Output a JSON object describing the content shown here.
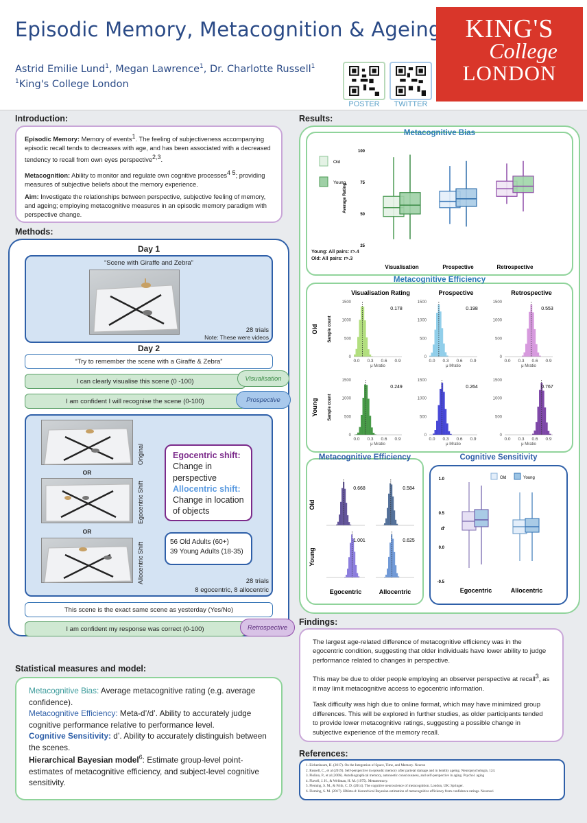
{
  "header": {
    "title": "Episodic Memory, Metacognition & Ageing",
    "authors": [
      "Astrid Emilie Lund",
      "Megan Lawrence",
      "Dr. Charlotte Russell"
    ],
    "author_sup": "1",
    "affiliation": "King's College London",
    "qr_poster_label": "POSTER",
    "qr_twitter_label": "TWITTER",
    "logo": {
      "line1": "KING'S",
      "line2": "College",
      "line3": "LONDON",
      "color": "#d9362a"
    }
  },
  "sections": {
    "introduction": "Introduction:",
    "methods": "Methods:",
    "results": "Results:",
    "findings": "Findings:",
    "references": "References:",
    "statistical": "Statistical measures and model:"
  },
  "intro": {
    "em_term": "Episodic Memory:",
    "em_text_a": " Memory of events",
    "em_text_b": ". The feeling of subjectiveness accompanying episodic recall tends to decreases with age, and has been associated with a decreased tendency to recall from own eyes perspective",
    "mc_term": "Metacognition:",
    "mc_text_a": " Ability to monitor and regulate own cognitive processes",
    "mc_text_b": "; providing measures of subjective beliefs about the memory experience.",
    "aim_term": "Aim:",
    "aim_text": " Investigate the relationships between perspective, subjective feeling of memory, and ageing; employing metacognitive measures in an episodic memory paradigm with perspective change."
  },
  "methods": {
    "day1": "Day 1",
    "day1_caption": "“Scene with Giraffe and Zebra”",
    "day1_trials": "28 trials",
    "day1_note": "Note: These were videos",
    "day2": "Day 2",
    "day2_caption": "“Try to remember the scene with a Giraffe & Zebra”",
    "vis_q": "I can clearly visualise this scene (0 -100)",
    "vis_tag": "Visualisation",
    "pro_q": "I am confident I will recognise the scene (0-100)",
    "pro_tag": "Prospective",
    "or1": "OR",
    "or2": "OR",
    "side_original": "Original",
    "side_ego": "Egocentric Shift",
    "side_allo": "Allocentric Shift",
    "ego_title": "Egocentric shift:",
    "ego_text": "Change in perspective",
    "allo_title": "Allocentric shift:",
    "allo_text": "Change in location of objects",
    "participants_1": "56 Old Adults (60+)",
    "participants_2": "39 Young Adults (18-35)",
    "stage_trials": "28 trials",
    "stage_split": "8 egocentric, 8 allocentric",
    "same_q": "This scene is the exact same scene as yesterday (Yes/No)",
    "retro_q": "I am confident my response was correct (0-100)",
    "retro_tag": "Retrospective"
  },
  "stat": {
    "bias_term": "Metacognitive Bias:",
    "bias_text": " Average metacognitive rating (e.g. average confidence).",
    "eff_term": "Metacognitive Efficiency:",
    "eff_text": " Meta-d’/d’. Ability to accurately judge cognitive performance relative to performance level.",
    "sens_term": "Cognitive Sensitivity:",
    "sens_text": " d’. Ability to accurately distinguish between the scenes.",
    "hb_term": "Hierarchical Bayesian model",
    "hb_text": ": Estimate group-level point-estimates of metacognitive efficiency, and subject-level cognitive sensitivity."
  },
  "colors": {
    "green_dark": "#4a9a52",
    "green_light": "#cfe8d2",
    "blue_dark": "#3a78b8",
    "purple": "#8e4aa8"
  },
  "chart_data": [
    {
      "type": "box",
      "title": "Metacognitive Bias",
      "ylabel": "Average Rating",
      "ylim": [
        25,
        100
      ],
      "yticks": [
        "100",
        "75",
        "50",
        "25"
      ],
      "categories": [
        "Visualisation",
        "Prospective",
        "Retrospective"
      ],
      "legend": [
        "Old",
        "Young"
      ],
      "notes": [
        "Young: All pairs: r>.4",
        "Old: All pairs: r>.3"
      ],
      "series": [
        {
          "name": "Old",
          "boxes": [
            [
              30,
              48,
              55,
              64,
              95
            ],
            [
              42,
              55,
              60,
              68,
              88
            ],
            [
              58,
              64,
              70,
              76,
              90
            ]
          ]
        },
        {
          "name": "Young",
          "boxes": [
            [
              30,
              50,
              57,
              67,
              97
            ],
            [
              40,
              56,
              62,
              70,
              92
            ],
            [
              52,
              67,
              72,
              80,
              92
            ]
          ]
        }
      ]
    },
    {
      "type": "histogram",
      "title": "Metacognitive Efficiency",
      "columns": [
        "Visualisation Rating",
        "Prospective",
        "Retrospective"
      ],
      "rows": [
        "Old",
        "Young"
      ],
      "ylabel": "Sample count",
      "xlabel": "μ Mratio",
      "yticks": [
        "1500",
        "1000",
        "500",
        "0"
      ],
      "xticks": [
        "0.0",
        "0.3",
        "0.6",
        "0.9"
      ],
      "values": [
        [
          0.178,
          0.198,
          0.553
        ],
        [
          0.249,
          0.264,
          0.767
        ]
      ]
    },
    {
      "type": "histogram",
      "title": "Metacognitive Efficiency",
      "columns": [
        "Egocentric",
        "Allocentric"
      ],
      "rows": [
        "Old",
        "Young"
      ],
      "values": [
        [
          0.668,
          0.584
        ],
        [
          1.001,
          0.625
        ]
      ]
    },
    {
      "type": "box",
      "title": "Cognitive Sensitivity",
      "ylabel": "d'",
      "ylim": [
        -0.5,
        1.0
      ],
      "yticks": [
        "1.0",
        "0.5",
        "0.0",
        "-0.5"
      ],
      "categories": [
        "Egocentric",
        "Allocentric"
      ],
      "legend": [
        "Old",
        "Young"
      ],
      "series": [
        {
          "name": "Old",
          "boxes": [
            [
              -0.3,
              0.25,
              0.38,
              0.52,
              0.95
            ],
            [
              -0.2,
              0.2,
              0.3,
              0.4,
              0.8
            ]
          ]
        },
        {
          "name": "Young",
          "boxes": [
            [
              -0.25,
              0.3,
              0.4,
              0.55,
              0.9
            ],
            [
              -0.2,
              0.22,
              0.3,
              0.42,
              0.8
            ]
          ]
        }
      ]
    }
  ],
  "findings": {
    "p1": "The largest age-related difference of metacognitive efficiency was in the egocentric condition, suggesting that older individuals have lower ability to judge performance related to changes in perspective.",
    "p2a": "This may be due to older people employing an observer perspective at recall",
    "p2b": ", as it may limit metacognitive access to egocentric information.",
    "p3": "Task difficulty was high due to online format, which may have minimized group differences. This will be explored in further studies, as older participants tended to provide lower metacognitive ratings, suggesting a possible change in subjective experience of the memory recall."
  },
  "references": [
    "1. Eichenbaum, H. (2017). On the Integration of Space, Time, and Memory. Neuron",
    "2. Russell, C., et al (2019). Self-perspective in episodic memory after parietal damage and in healthy ageing. Neuropsychologia, 124.",
    "3. Piolino, P., et al (2006). Autobiographical memory, autonoetic consciousness, and self-perspective in aging. Psychol. aging",
    "4. Flavell, J. H., & Wellman, H. M. (1975). Metamemory.",
    "5. Fleming, S. M., & Frith, C. D. (2014). The cognitive neuroscience of metacognition. London, UK: Springer.",
    "6. Fleming, S. M. (2017). HMeta-d: hierarchical Bayesian estimation of metacognitive efficiency from confidence ratings. Neurosci"
  ]
}
